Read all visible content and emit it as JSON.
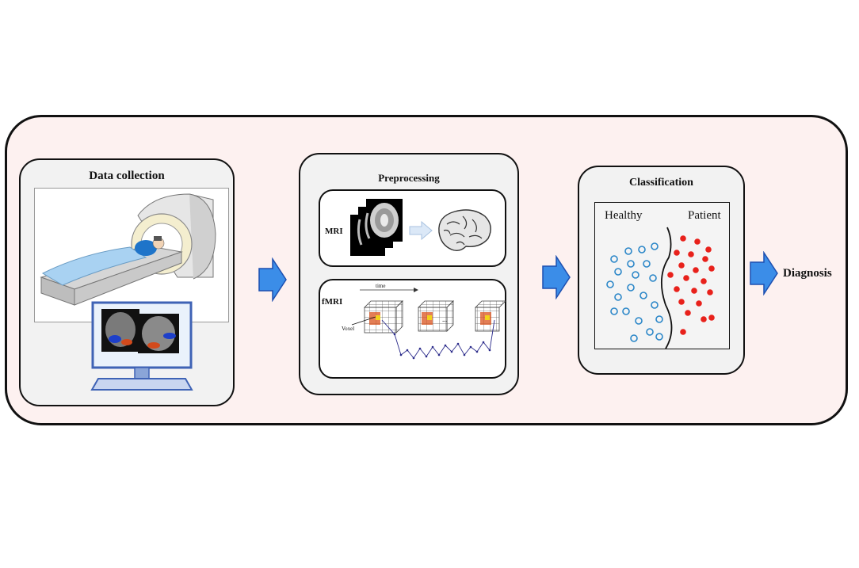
{
  "panels": {
    "data_collection": {
      "title": "Data collection"
    },
    "preprocessing": {
      "title": "Preprocessing",
      "mri_label": "MRI",
      "fmri_label": "fMRI",
      "time_label": "time",
      "voxel_label": "Voxel",
      "ellipsis": "..."
    },
    "classification": {
      "title": "Classification",
      "healthy_label": "Healthy",
      "patient_label": "Patient"
    }
  },
  "output": {
    "label": "Diagnosis"
  },
  "colors": {
    "background_frame": "#fdf1f0",
    "panel": "#f2f2f2",
    "arrow_blue": "#3b8de8",
    "healthy": "#2a86c8",
    "patient": "#e8211b"
  },
  "icons": [
    "mri-scanner-icon",
    "computer-monitor-icon",
    "brain-slices-icon",
    "brain-3d-icon",
    "voxel-grid-icon",
    "arrow-right-icon"
  ]
}
